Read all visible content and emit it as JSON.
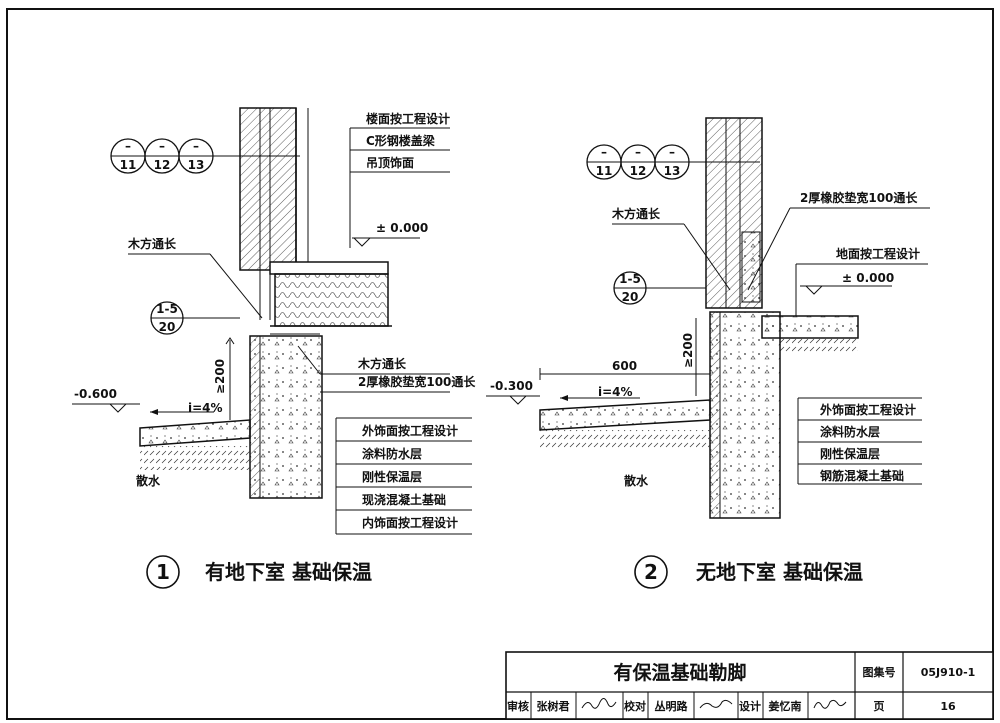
{
  "title_block": {
    "title": "有保温基础勒脚",
    "atlas_label": "图集号",
    "atlas_no": "05J910-1",
    "review_label": "审核",
    "reviewer": "张树君",
    "check_label": "校对",
    "checker": "丛明路",
    "design_label": "设计",
    "designer": "姜忆南",
    "page_label": "页",
    "page_no": "16"
  },
  "detail1": {
    "number": "1",
    "caption": "有地下室 基础保温",
    "refs": [
      "11",
      "12",
      "13"
    ],
    "ref_dash": "–",
    "detail_ref": {
      "top": "1-5",
      "bottom": "20"
    },
    "labels_top": [
      "楼面按工程设计",
      "C形钢楼盖梁",
      "吊顶饰面"
    ],
    "elevation_floor": "± 0.000",
    "timber_top": "木方通长",
    "timber_mid": "木方通长",
    "rubber_pad": "2厚橡胶垫宽100通长",
    "dim_200": "≥200",
    "elevation_ground": "-0.600",
    "slope": "i=4%",
    "apron": "散水",
    "labels_bottom": [
      "外饰面按工程设计",
      "涂料防水层",
      "刚性保温层",
      "现浇混凝土基础",
      "内饰面按工程设计"
    ]
  },
  "detail2": {
    "number": "2",
    "caption": "无地下室 基础保温",
    "refs": [
      "11",
      "12",
      "13"
    ],
    "ref_dash": "–",
    "detail_ref": {
      "top": "1-5",
      "bottom": "20"
    },
    "timber": "木方通长",
    "rubber_pad": "2厚橡胶垫宽100通长",
    "ground_floor": "地面按工程设计",
    "elevation_floor": "± 0.000",
    "dim_200": "≥200",
    "dim_600": "600",
    "elevation_ground": "-0.300",
    "slope": "i=4%",
    "apron": "散水",
    "labels_bottom": [
      "外饰面按工程设计",
      "涂料防水层",
      "刚性保温层",
      "钢筋混凝土基础"
    ]
  }
}
